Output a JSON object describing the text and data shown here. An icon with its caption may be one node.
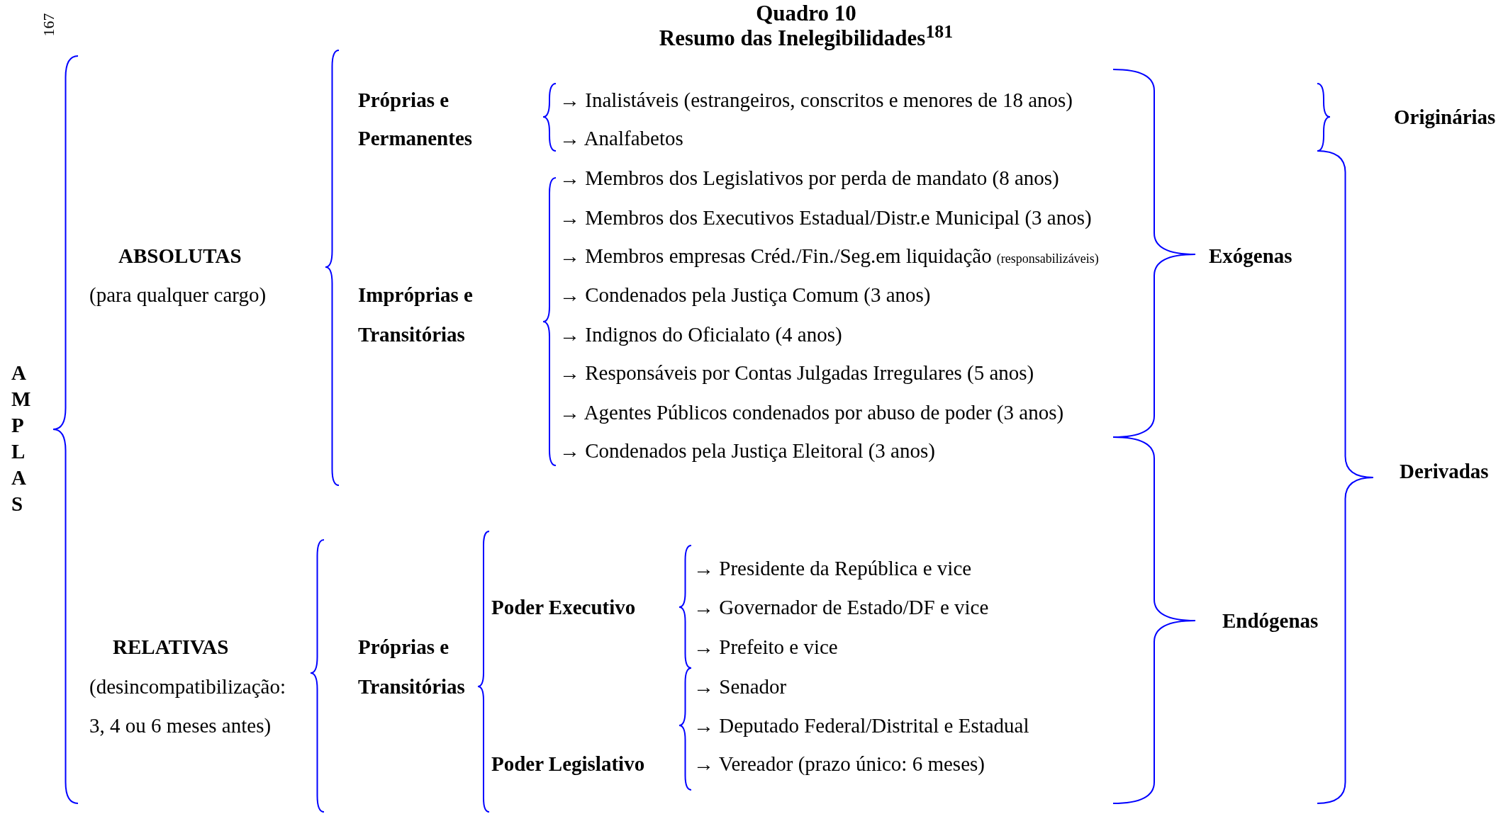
{
  "diagram": {
    "title": "Quadro 10",
    "labels": [
      "167",
      "Resumo das Inelegibilidades$^{181}$",
      "Próprias e",
      "→ Inalistáveis (estrangeiros, conscritos e menores de 18 anos)",
      "Originárias",
      "Permanentes",
      "→ Analfabetos",
      "→ Membros dos Legislativos por perda de mandato (8 anos)",
      "→ Membros dos Executivos Estadual/Distr.e Municipal (3 anos)",
      "ABSOLUTAS",
      "→ Membros empresas Créd./Fin./Seg.em liquidação",
      "(responsabilizáveis)",
      "Exógenas",
      "(para qualquer cargo)",
      "Impróprias e",
      "→ Condenados pela Justiça Comum (3 anos)",
      "Transitórias",
      "→ Indignos do Oficialato (4 anos)",
      "AMPLAS",
      "→ Responsáveis por Contas Julgadas Irregulares (5 anos)",
      "→ Agentes Públicos condenados por abuso de poder (3 anos)",
      "→ Condenados pela Justiça Eleitoral (3 anos)",
      "Derivadas",
      "→ Presidente da República e vice",
      "Poder Executivo",
      "→ Governador de Estado/DF e vice",
      "Endógenas",
      "RELATIVAS",
      "Próprias e",
      "→ Prefeito e vice",
      "(desincompatibilização:",
      "Transitórias",
      "→ Senador",
      "3, 4 ou 6 meses antes)",
      "→ Deputado Federal/Distrital e Estadual",
      "Poder Legislativo",
      "→ Vereador (prazo único: 6 meses)"
    ]
  }
}
